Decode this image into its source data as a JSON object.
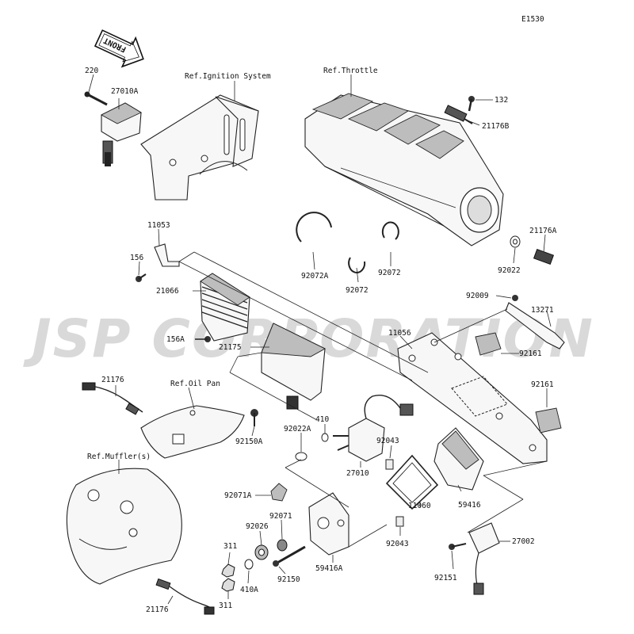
{
  "diagram_code": "E1530",
  "watermark": "JSP CORPORATION",
  "front_arrow_label": "FRONT",
  "references": {
    "ignition": "Ref.Ignition System",
    "throttle": "Ref.Throttle",
    "oil_pan": "Ref.Oil Pan",
    "muffler": "Ref.Muffler(s)"
  },
  "parts": {
    "p220": "220",
    "p27010A": "27010A",
    "p132": "132",
    "p21176B": "21176B",
    "p21176A": "21176A",
    "p92022": "92022",
    "p11053": "11053",
    "p156": "156",
    "p92072A": "92072A",
    "p92072_top": "92072",
    "p92072_bottom": "92072",
    "p21066": "21066",
    "p156A": "156A",
    "p21175": "21175",
    "p92009": "92009",
    "p13271": "13271",
    "p11056": "11056",
    "p92161_a": "92161",
    "p92161_b": "92161",
    "p21176_top": "21176",
    "p92150A": "92150A",
    "p410": "410",
    "p92022A": "92022A",
    "p92043_a": "92043",
    "p27010": "27010",
    "p59416": "59416",
    "p11060": "11060",
    "p92071A": "92071A",
    "p92071": "92071",
    "p92026": "92026",
    "p92043_b": "92043",
    "p27002": "27002",
    "p311_a": "311",
    "p92150": "92150",
    "p59416A": "59416A",
    "p92151": "92151",
    "p410A": "410A",
    "p311_b": "311",
    "p21176_bottom": "21176"
  }
}
